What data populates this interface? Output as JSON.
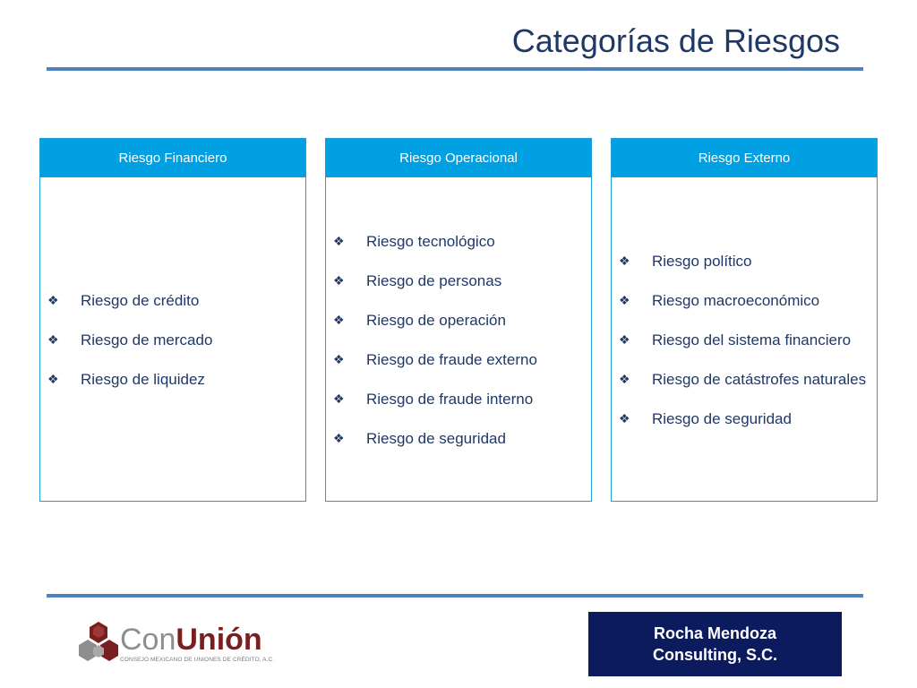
{
  "slide": {
    "title": "Categorías de Riesgos"
  },
  "colors": {
    "title": "#1f3864",
    "rule": "#4f81bd",
    "card_header": "#00a0e3",
    "card_border": "#1e9fd8",
    "rmc_background": "#0c1b5e",
    "conunion_con": "#8e8e8e",
    "conunion_union": "#7a1f1f"
  },
  "bullet_glyph": "❖",
  "columns": [
    {
      "header": "Riesgo Financiero",
      "items": [
        "Riesgo de crédito",
        "Riesgo de mercado",
        "Riesgo de liquidez"
      ]
    },
    {
      "header": "Riesgo Operacional",
      "items": [
        "Riesgo tecnológico",
        "Riesgo de personas",
        "Riesgo de operación",
        "Riesgo de fraude externo",
        "Riesgo de fraude interno",
        "Riesgo de seguridad"
      ]
    },
    {
      "header": "Riesgo Externo",
      "items": [
        "Riesgo político",
        "Riesgo macroeconómico",
        "Riesgo del sistema financiero",
        "Riesgo de catástrofes naturales",
        "Riesgo de seguridad"
      ]
    }
  ],
  "logos": {
    "conunion": {
      "name_part1": "Con",
      "name_part2": "Unión",
      "subtitle": "CONSEJO MEXICANO DE UNIONES DE CRÉDITO, A.C."
    },
    "rocha_mendoza": {
      "line1": "Rocha Mendoza",
      "line2": "Consulting, S.C."
    }
  }
}
